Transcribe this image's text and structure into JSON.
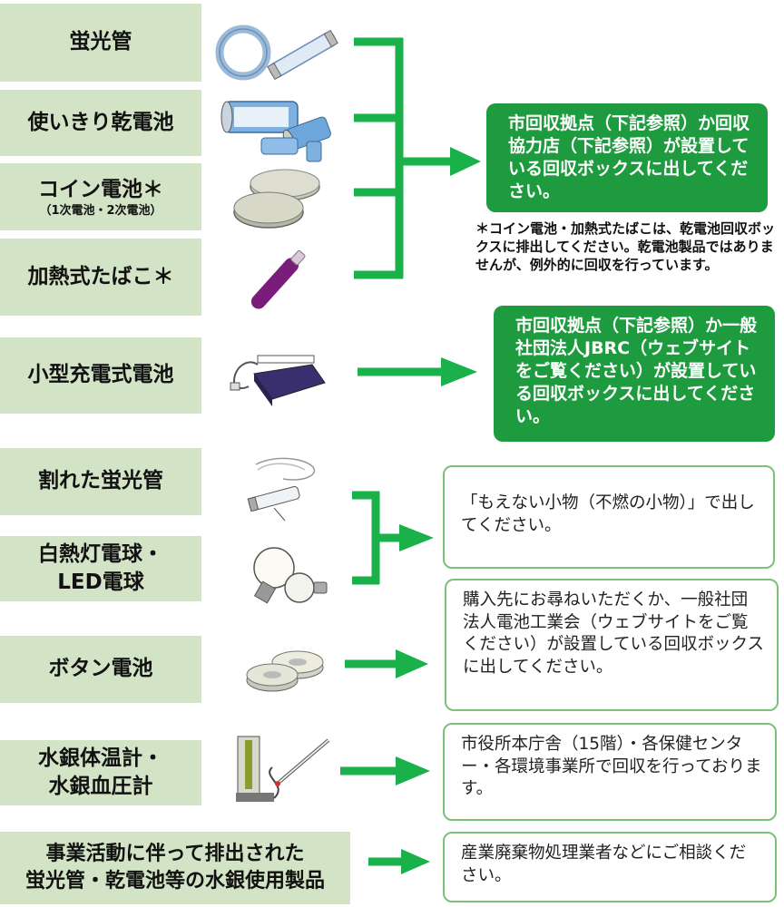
{
  "items": {
    "fluorescent": "蛍光管",
    "dry_battery": "使いきり乾電池",
    "coin_battery": "コイン電池＊",
    "coin_battery_sub": "（1次電池・2次電池）",
    "heated_tobacco": "加熱式たばこ＊",
    "small_rechargeable": "小型充電式電池",
    "broken_fluorescent": "割れた蛍光管",
    "bulb_line1": "白熱灯電球・",
    "bulb_line2": "LED電球",
    "button_battery": "ボタン電池",
    "mercury_line1": "水銀体温計・",
    "mercury_line2": "水銀血圧計",
    "business_line1": "事業活動に伴って排出された",
    "business_line2": "蛍光管・乾電池等の水銀使用製品"
  },
  "destinations": {
    "city_collection_box": "市回収拠点（下記参照）か回収協力店（下記参照）が設置している回収ボックスに出してください。",
    "coin_tobacco_note": "＊コイン電池・加熱式たばこは、乾電池回収ボックスに排出してください。乾電池製品ではありませんが、例外的に回収を行っています。",
    "jbrc_box": "市回収拠点（下記参照）か一般社団法人JBRC（ウェブサイトをご覧ください）が設置している回収ボックスに出してください。",
    "non_burnable": "「もえない小物（不燃の小物）」で出してください。",
    "button_battery_dest": "購入先にお尋ねいただくか、一般社団法人電池工業会（ウェブサイトをご覧ください）が設置している回収ボックスに出してください。",
    "mercury_dest": "市役所本庁舎（15階）・各保健センター・各環境事業所で回収を行っております。",
    "business_dest": "産業廃棄物処理業者などにご相談ください。"
  },
  "colors": {
    "label_bg": "#d2e4c5",
    "accent_green": "#1e9b3f",
    "connector_green": "#1ab04a",
    "box_border": "#7bc17a"
  },
  "icons": [
    "fluorescent-tube-icon",
    "dry-battery-icon",
    "coin-battery-icon",
    "heated-tobacco-icon",
    "rechargeable-battery-icon",
    "broken-tube-icon",
    "light-bulb-icon",
    "button-battery-icon",
    "mercury-thermometer-icon"
  ]
}
